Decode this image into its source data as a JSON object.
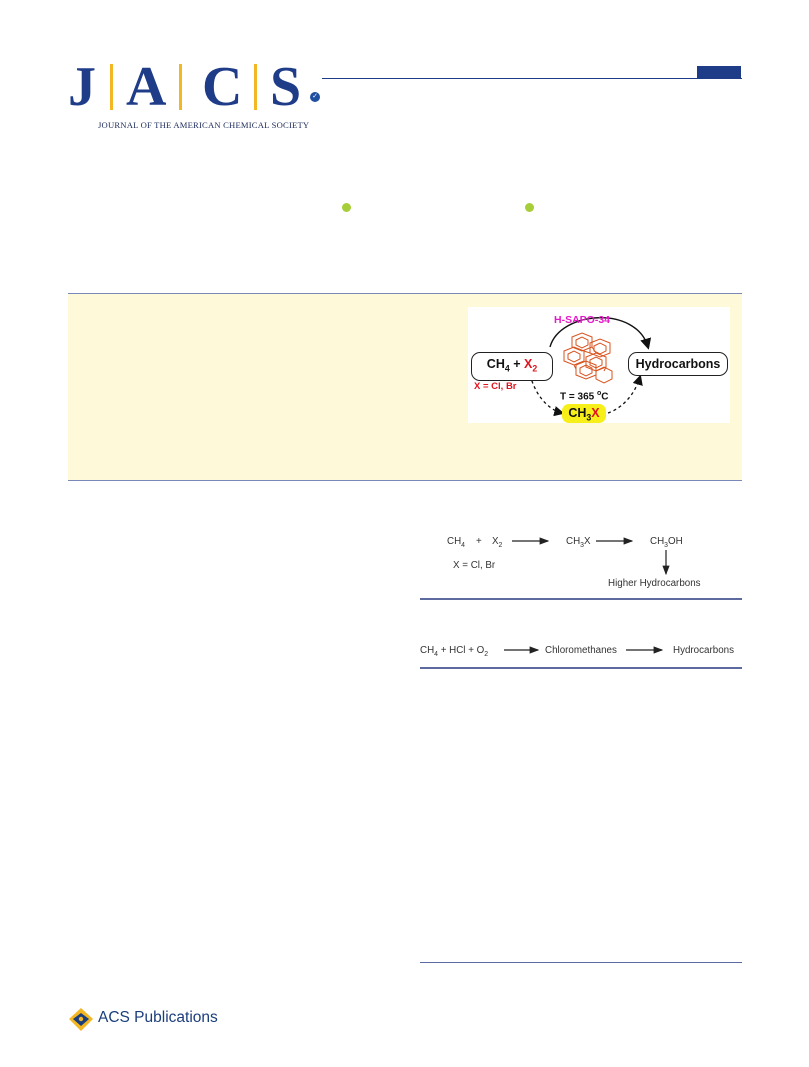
{
  "journal": {
    "logo_letters": [
      "J",
      "A",
      "C",
      "S"
    ],
    "subtitle": "JOURNAL OF THE AMERICAN CHEMICAL SOCIETY",
    "check_icon": "check-badge-icon"
  },
  "orcid_icon": "orcid-icon",
  "toc_graphic": {
    "catalyst": "H-SAPO-34",
    "reactant_main": "CH",
    "reactant_sub": "4",
    "reactant_plus": " + ",
    "reactant_x": "X",
    "reactant_x_sub": "2",
    "x_definition": "X = Cl, Br",
    "product": "Hydrocarbons",
    "temperature_prefix": "T = 365 ",
    "temperature_sup": "o",
    "temperature_unit": "C",
    "intermediate_main": "CH",
    "intermediate_sub": "3",
    "intermediate_x": "X",
    "colors": {
      "catalyst": "#e619c9",
      "halogen": "#e0141e",
      "highlight": "#f7ef1a"
    }
  },
  "scheme1": {
    "reactant_a": "CH",
    "reactant_a_sub": "4",
    "plus": "+",
    "reactant_b": "X",
    "reactant_b_sub": "2",
    "intermediate": "CH",
    "intermediate_sub": "3",
    "intermediate_suffix": "X",
    "product": "CH",
    "product_sub": "3",
    "product_suffix": "OH",
    "x_definition": "X = Cl, Br",
    "final": "Higher Hydrocarbons"
  },
  "scheme2": {
    "reactants": "CH",
    "reactants_sub1": "4",
    "reactants_mid": " + HCl + O",
    "reactants_sub2": "2",
    "intermediate": "Chloromethanes",
    "product": "Hydrocarbons"
  },
  "footer": {
    "publisher": "ACS Publications",
    "publisher_icon": "acs-logo-icon"
  }
}
